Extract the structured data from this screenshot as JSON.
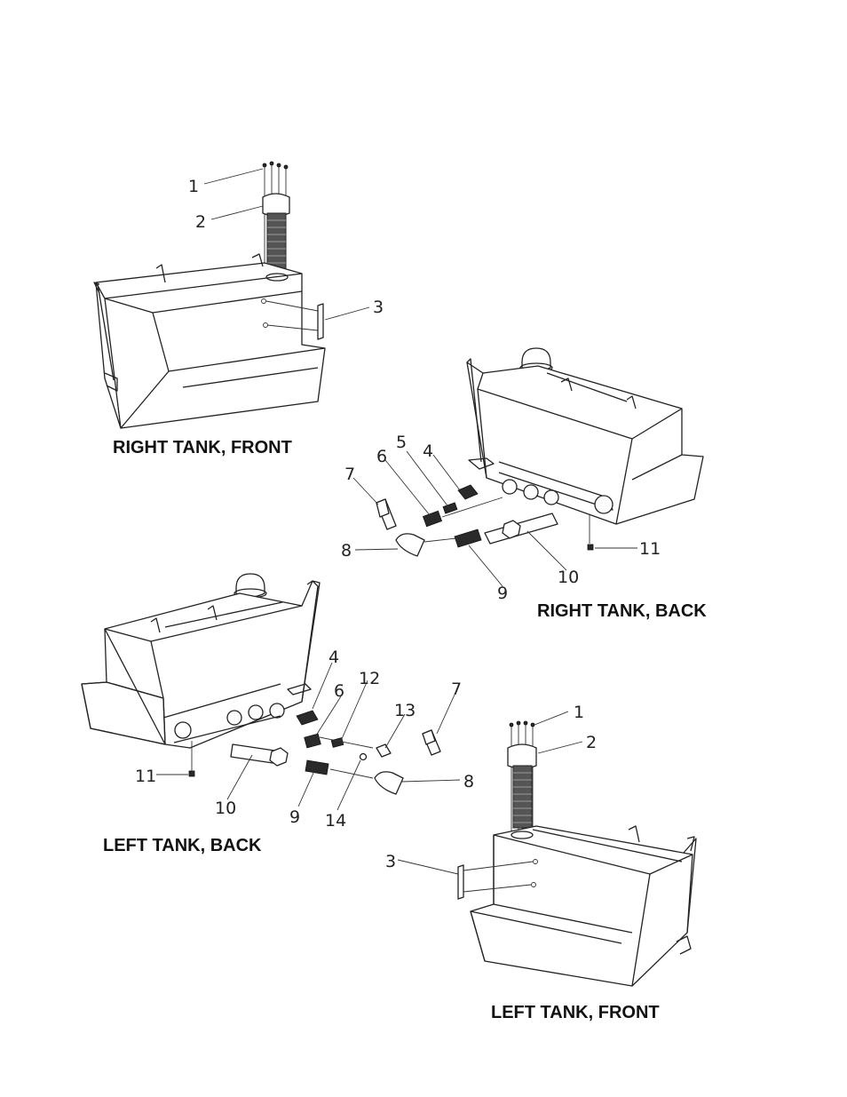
{
  "views": [
    {
      "id": "right-front",
      "title": "RIGHT TANK, FRONT"
    },
    {
      "id": "right-back",
      "title": "RIGHT TANK, BACK"
    },
    {
      "id": "left-back",
      "title": "LEFT TANK, BACK"
    },
    {
      "id": "left-front",
      "title": "LEFT TANK, FRONT"
    }
  ],
  "callouts": {
    "right_front": [
      "1",
      "2",
      "3"
    ],
    "right_back": [
      "4",
      "5",
      "6",
      "7",
      "8",
      "9",
      "10",
      "11"
    ],
    "left_back": [
      "4",
      "6",
      "7",
      "8",
      "9",
      "10",
      "11",
      "12",
      "13",
      "14"
    ],
    "left_front": [
      "1",
      "2",
      "3"
    ]
  }
}
